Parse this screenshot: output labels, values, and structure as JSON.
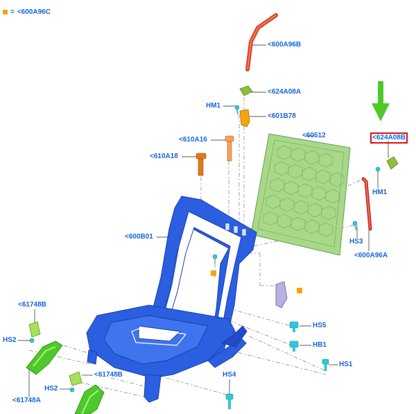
{
  "legend": {
    "symbol_color": "#f5a50a",
    "equals": "=",
    "text": "<600A96C"
  },
  "colors": {
    "label": "#1565e0",
    "frame": "#2b5fe0",
    "frame_dark": "#1a3fb0",
    "panel": "#a8d98a",
    "rod": "#d9442a",
    "bolt": "#30c8d8",
    "clip": "#4ec82a",
    "arrow": "#4ec82a",
    "highlight": "#e01010",
    "orange": "#f5a50a"
  },
  "labels": {
    "p600A96B": "<600A96B",
    "p624A08A": "<624A08A",
    "hm1_top": "HM1",
    "p601B78": "<601B78",
    "p60512": "<60512",
    "p624A08B": "<624A08B",
    "hm1_right": "HM1",
    "p610A16": "<610A16",
    "p610A18": "<610A18",
    "hs3": "HS3",
    "p600A96A": "<600A96A",
    "p600B01": "<600B01",
    "hs5": "HS5",
    "hb1": "HB1",
    "hs1": "HS1",
    "p61748B_left": "<61748B",
    "hs2_left": "HS2",
    "p61748A": "<61748A",
    "p61748B_mid": "<61748B",
    "hs2_mid": "HS2",
    "hs4": "HS4"
  }
}
